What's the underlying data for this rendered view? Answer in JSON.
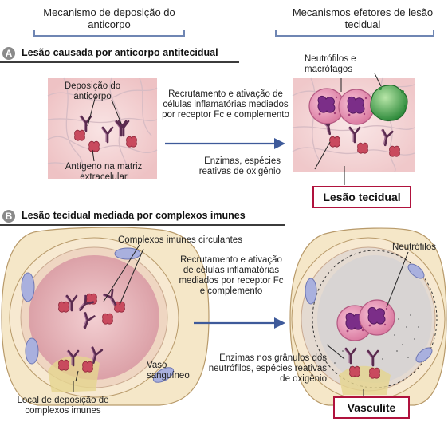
{
  "headers": {
    "left": "Mecanismo de deposição do anticorpo",
    "right": "Mecanismos efetores de lesão tecidual"
  },
  "panel_a": {
    "letter": "A",
    "title": "Lesão causada por anticorpo antitecidual",
    "label_deposition": "Deposição do anticorpo",
    "label_antigen": "Antígeno na matriz extracelular",
    "label_recruitment": "Recrutamento e ativação de células inflamatórias mediados por receptor Fc e complemento",
    "label_cells": "Neutrófilos e macrófagos",
    "label_enzymes": "Enzimas, espécies reativas de oxigênio",
    "result": "Lesão tecidual"
  },
  "panel_b": {
    "letter": "B",
    "title": "Lesão tecidual mediada por complexos imunes",
    "label_complexes": "Complexos imunes circulantes",
    "label_vessel": "Vaso sanguíneo",
    "label_site": "Local de deposição de complexos imunes",
    "label_recruitment": "Recrutamento e ativação de células inflamatórias mediados por receptor Fc e complemento",
    "label_neutrophils": "Neutrófilos",
    "label_enzymes": "Enzimas nos grânulos dos neutrófilos, espécies reativas de oxigênio",
    "result": "Vasculite"
  },
  "colors": {
    "header_line": "#6f86b3",
    "arrow": "#3e5a9a",
    "tissue": "#f6dada",
    "result_border": "#b0123d",
    "antibody": "#5a2b4f",
    "antigen": "#c94a5e",
    "neutrophil": "#e79ab8",
    "macrophage": "#3ea04a"
  }
}
